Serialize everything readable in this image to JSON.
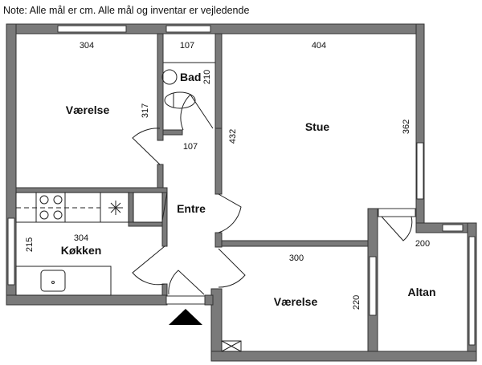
{
  "note": "Note: Alle mål er cm. Alle mål og inventar er vejledende",
  "rooms": {
    "vaerelse1": {
      "label": "Værelse",
      "width": "304",
      "depth": "317"
    },
    "bad": {
      "label": "Bad",
      "width": "107",
      "depth": "210"
    },
    "gang": {
      "width": "107"
    },
    "stue": {
      "label": "Stue",
      "width": "404",
      "depth": "362",
      "side": "432"
    },
    "entre": {
      "label": "Entre"
    },
    "koekken": {
      "label": "Køkken",
      "width": "304",
      "depth": "215"
    },
    "vaerelse2": {
      "label": "Værelse",
      "width": "300",
      "depth": "220"
    },
    "altan": {
      "label": "Altan",
      "width": "200"
    }
  },
  "colors": {
    "wall": "#7a7a7a",
    "outline": "#333333"
  }
}
